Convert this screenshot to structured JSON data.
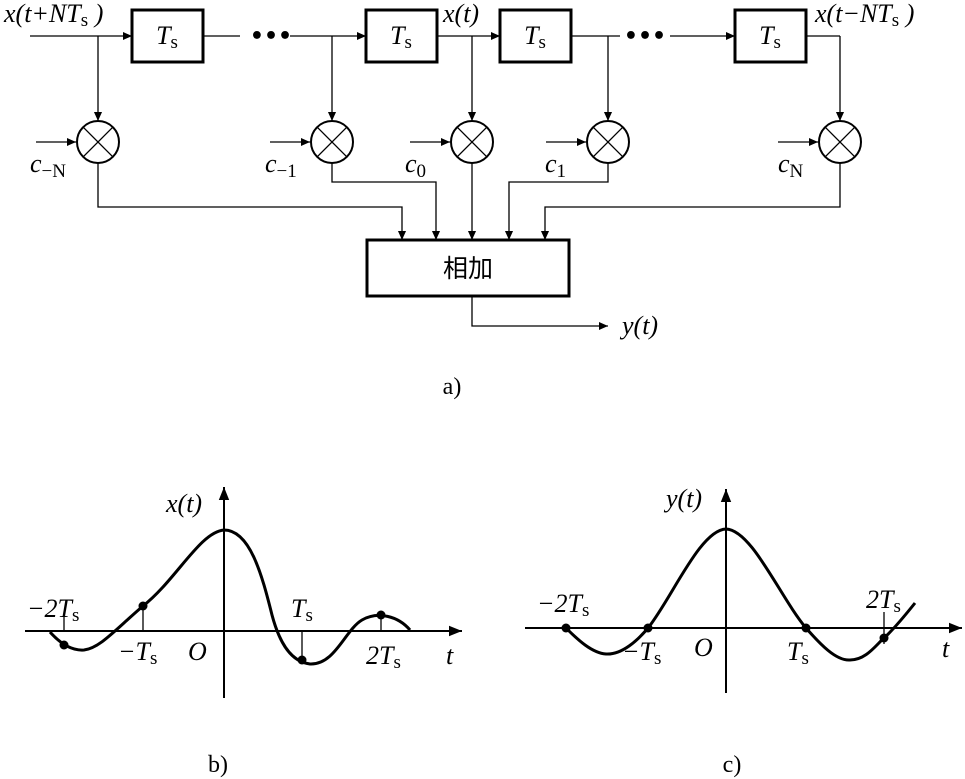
{
  "part_a": {
    "caption": "a)",
    "input_label": {
      "pre": "x(t+NT",
      "sub": "s",
      "post": " )"
    },
    "center_label": "x(t)",
    "output_label": {
      "pre": "x(t−NT",
      "sub": "s",
      "post": " )"
    },
    "delay_label": {
      "main": "T",
      "sub": "s"
    },
    "ellipsis": "•••",
    "coefficients": [
      {
        "main": "c",
        "sub": "−N"
      },
      {
        "main": "c",
        "sub": "−1"
      },
      {
        "main": "c",
        "sub": "0"
      },
      {
        "main": "c",
        "sub": "1"
      },
      {
        "main": "c",
        "sub": "N"
      }
    ],
    "sum_label": "相加",
    "output": "y(t)"
  },
  "part_b": {
    "caption": "b)",
    "ylabel": "x(t)",
    "xlabel": "t",
    "origin": "O",
    "ticks": [
      "−2T|s",
      "−T|s",
      "T|s",
      "2T|s"
    ]
  },
  "part_c": {
    "caption": "c)",
    "ylabel": "y(t)",
    "xlabel": "t",
    "origin": "O",
    "ticks": [
      "−2T|s",
      "−T|s",
      "T|s",
      "2T|s"
    ]
  }
}
